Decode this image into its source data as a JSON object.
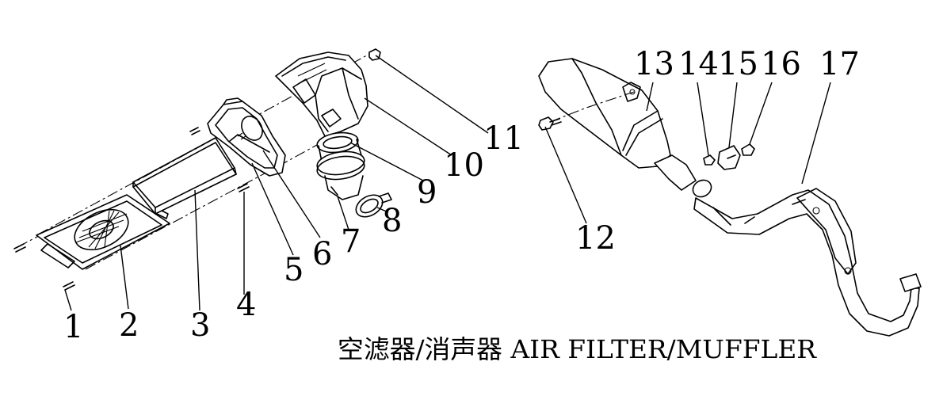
{
  "caption": "空滤器/消声器 AIR FILTER/MUFFLER",
  "callouts": [
    "1",
    "2",
    "3",
    "4",
    "5",
    "6",
    "7",
    "8",
    "9",
    "10",
    "11",
    "12",
    "13",
    "14",
    "15",
    "16",
    "17"
  ]
}
